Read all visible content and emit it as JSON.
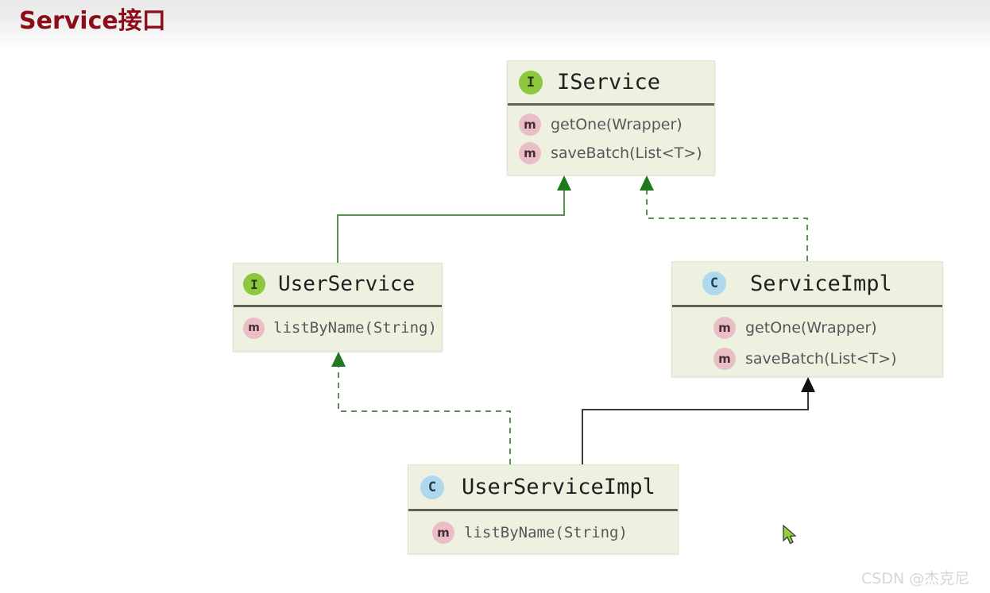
{
  "header": {
    "title": "Service接口",
    "title_color": "#8b0d18"
  },
  "diagram": {
    "type": "uml-class-diagram",
    "node_fill": "#eef1e0",
    "interface_badge_color": "#8dc63f",
    "class_badge_color": "#aed8ef",
    "method_badge_color": "#eabec6",
    "nodes": [
      {
        "id": "iservice",
        "stereotype": "I",
        "title": "IService",
        "members": [
          {
            "badge": "m",
            "label": "getOne(Wrapper)"
          },
          {
            "badge": "m",
            "label": "saveBatch(List<T>)"
          }
        ]
      },
      {
        "id": "userservice",
        "stereotype": "I",
        "title": "UserService",
        "members": [
          {
            "badge": "m",
            "label": "listByName(String)"
          }
        ]
      },
      {
        "id": "serviceimpl",
        "stereotype": "C",
        "title": "ServiceImpl",
        "members": [
          {
            "badge": "m",
            "label": "getOne(Wrapper)"
          },
          {
            "badge": "m",
            "label": "saveBatch(List<T>)"
          }
        ]
      },
      {
        "id": "userserviceimpl",
        "stereotype": "C",
        "title": "UserServiceImpl",
        "members": [
          {
            "badge": "m",
            "label": "listByName(String)"
          }
        ]
      }
    ],
    "connectors": [
      {
        "id": "userservice-extends-iservice",
        "from": "userservice",
        "to": "iservice",
        "style": "solid",
        "color": "#5a9152",
        "arrow": "closed-up",
        "relation": "extends"
      },
      {
        "id": "serviceimpl-implements-iservice",
        "from": "serviceimpl",
        "to": "iservice",
        "style": "dashed",
        "color": "#5a9152",
        "arrow": "closed-up",
        "relation": "implements"
      },
      {
        "id": "userserviceimpl-implements-userservice",
        "from": "userserviceimpl",
        "to": "userservice",
        "style": "dashed",
        "color": "#5a9152",
        "arrow": "closed-up",
        "relation": "implements"
      },
      {
        "id": "userserviceimpl-extends-serviceimpl",
        "from": "userserviceimpl",
        "to": "serviceimpl",
        "style": "solid",
        "color": "#3a3a3a",
        "arrow": "closed-up",
        "relation": "extends"
      }
    ]
  },
  "cursor": {
    "name": "arrow-pointer",
    "color": "#8fd436"
  },
  "watermark": {
    "text": "CSDN @杰克尼"
  }
}
